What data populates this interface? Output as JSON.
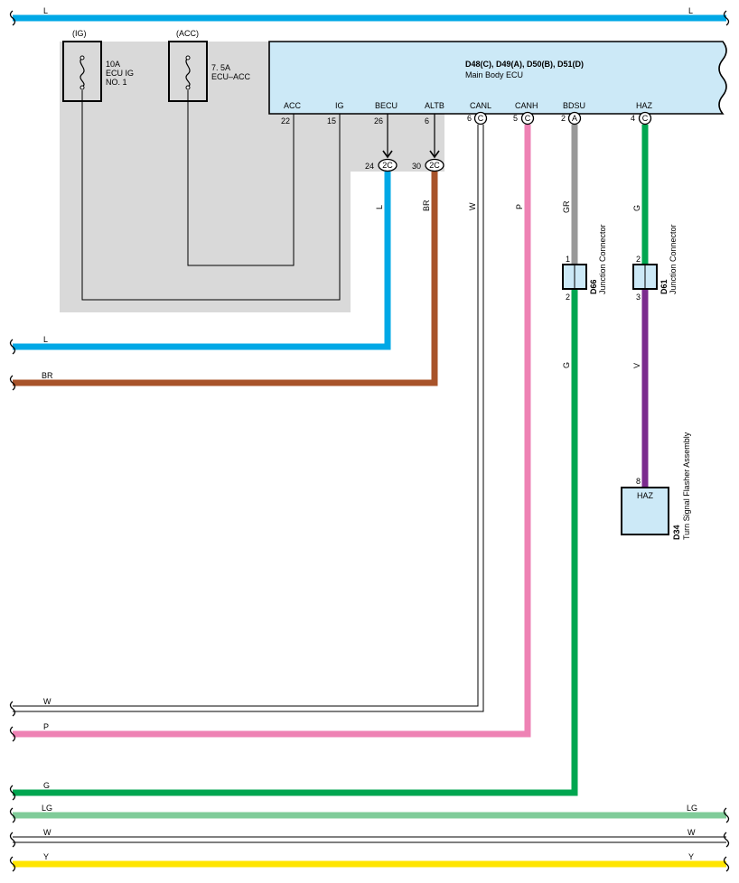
{
  "colors": {
    "L": "#00a8e6",
    "BR": "#a8532a",
    "W": "#ffffff",
    "P": "#ee82b4",
    "G": "#00a650",
    "LG": "#80cc99",
    "Y": "#ffe500",
    "GR": "#999999",
    "V": "#7b2a8e",
    "ecu_fill": "#cce9f7",
    "shade": "#d9d9d9"
  },
  "top_bus": {
    "left_label": "L",
    "right_label": "L"
  },
  "fuses": [
    {
      "tag": "(IG)",
      "rating": "10A",
      "name_1": "ECU IG",
      "name_2": "NO. 1"
    },
    {
      "tag": "(ACC)",
      "rating": "7. 5A",
      "name_1": "ECU–ACC",
      "name_2": ""
    }
  ],
  "ecu": {
    "connectors": "D48(C), D49(A), D50(B), D51(D)",
    "name": "Main Body ECU",
    "pins": [
      {
        "label": "ACC",
        "num": "22",
        "conn": ""
      },
      {
        "label": "IG",
        "num": "15",
        "conn": ""
      },
      {
        "label": "BECU",
        "num": "26",
        "conn": ""
      },
      {
        "label": "ALTB",
        "num": "6",
        "conn": ""
      },
      {
        "label": "CANL",
        "num": "6",
        "conn": "C"
      },
      {
        "label": "CANH",
        "num": "5",
        "conn": "C"
      },
      {
        "label": "BDSU",
        "num": "2",
        "conn": "A"
      },
      {
        "label": "HAZ",
        "num": "4",
        "conn": "C"
      }
    ]
  },
  "junction_2c": [
    {
      "num": "24",
      "label": "2C"
    },
    {
      "num": "30",
      "label": "2C"
    }
  ],
  "wire_labels": {
    "becu": "L",
    "altb": "BR",
    "canl": "W",
    "canh": "P",
    "bdsu_upper": "GR",
    "bdsu_lower": "G",
    "haz_upper": "G",
    "haz_lower": "V"
  },
  "junctions": [
    {
      "code": "D66",
      "name": "Junction Connector",
      "pin_in": "1",
      "pin_out": "2"
    },
    {
      "code": "D61",
      "name": "Junction Connector",
      "pin_in": "2",
      "pin_out": "3"
    }
  ],
  "flasher": {
    "code": "D34",
    "name": "Turn Signal Flasher Assembly",
    "pin": "8",
    "label": "HAZ"
  },
  "left_buses": [
    {
      "label": "L"
    },
    {
      "label": "BR"
    },
    {
      "label": "W"
    },
    {
      "label": "P"
    },
    {
      "label": "G"
    }
  ],
  "bottom_buses": [
    {
      "left_label": "LG",
      "right_label": "LG"
    },
    {
      "left_label": "W",
      "right_label": "W"
    },
    {
      "left_label": "Y",
      "right_label": "Y"
    }
  ]
}
